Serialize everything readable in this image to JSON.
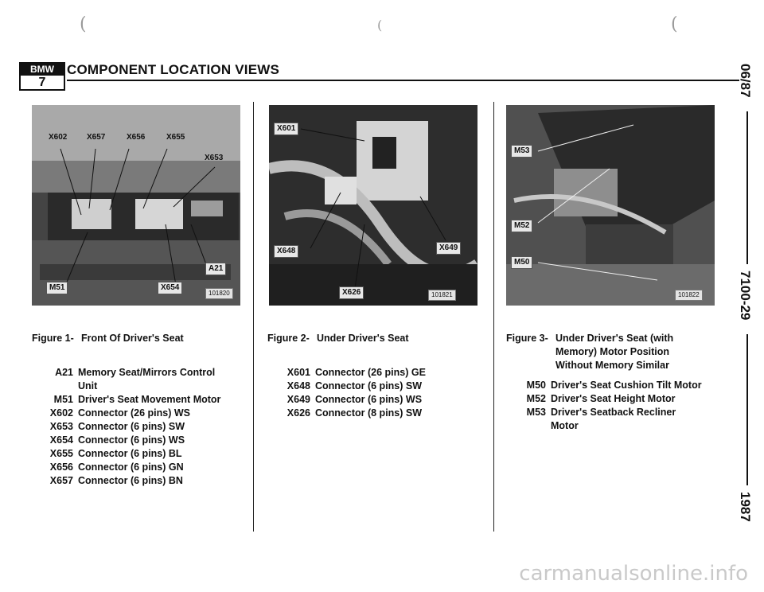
{
  "header": {
    "logo_top": "BMW",
    "logo_number": "7",
    "title": "COMPONENT LOCATION VIEWS"
  },
  "side": {
    "date": "06/87",
    "section": "7100-29",
    "year": "1987"
  },
  "figures": [
    {
      "number": "Figure 1-",
      "title": "Front Of Driver's Seat",
      "title_extra_lines": [],
      "photo_id": "101820",
      "callouts": [
        "X602",
        "X657",
        "X656",
        "X655",
        "X653",
        "A21",
        "M51",
        "X654"
      ],
      "legend": [
        {
          "code": "A21",
          "text": "Memory Seat/Mirrors Control",
          "cont": "Unit"
        },
        {
          "code": "M51",
          "text": "Driver's Seat Movement Motor",
          "cont": ""
        },
        {
          "code": "X602",
          "text": "Connector (26 pins) WS",
          "cont": ""
        },
        {
          "code": "X653",
          "text": "Connector (6 pins) SW",
          "cont": ""
        },
        {
          "code": "X654",
          "text": "Connector (6 pins) WS",
          "cont": ""
        },
        {
          "code": "X655",
          "text": "Connector (6 pins) BL",
          "cont": ""
        },
        {
          "code": "X656",
          "text": "Connector (6 pins) GN",
          "cont": ""
        },
        {
          "code": "X657",
          "text": "Connector (6 pins) BN",
          "cont": ""
        }
      ]
    },
    {
      "number": "Figure 2-",
      "title": "Under Driver's Seat",
      "title_extra_lines": [],
      "photo_id": "101821",
      "callouts": [
        "X601",
        "X648",
        "X649",
        "X626"
      ],
      "legend": [
        {
          "code": "X601",
          "text": "Connector (26 pins) GE",
          "cont": ""
        },
        {
          "code": "X648",
          "text": "Connector (6 pins) SW",
          "cont": ""
        },
        {
          "code": "X649",
          "text": "Connector (6 pins) WS",
          "cont": ""
        },
        {
          "code": "X626",
          "text": "Connector (8 pins) SW",
          "cont": ""
        }
      ]
    },
    {
      "number": "Figure 3-",
      "title": "Under Driver's Seat (with",
      "title_extra_lines": [
        "Memory) Motor Position",
        "Without Memory Similar"
      ],
      "photo_id": "101822",
      "callouts": [
        "M53",
        "M52",
        "M50"
      ],
      "legend": [
        {
          "code": "M50",
          "text": "Driver's Seat Cushion Tilt Motor",
          "cont": ""
        },
        {
          "code": "M52",
          "text": "Driver's Seat Height Motor",
          "cont": ""
        },
        {
          "code": "M53",
          "text": "Driver's Seatback Recliner",
          "cont": "Motor"
        }
      ]
    }
  ],
  "binder_marks": [
    "(",
    "(",
    "("
  ],
  "watermark": "carmanualsonline.info"
}
